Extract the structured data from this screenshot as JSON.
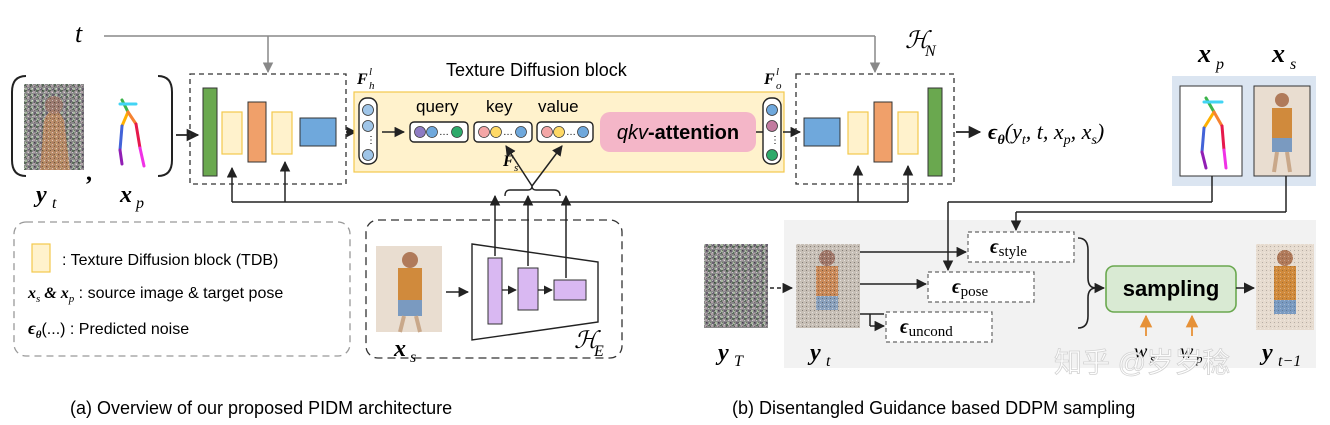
{
  "symbols": {
    "t": "t",
    "H_N": "ℋ",
    "H_N_sub": "N",
    "H_E": "ℋ",
    "H_E_sub": "E",
    "y_t": "y",
    "y_t_sub": "t",
    "x_p": "x",
    "x_p_sub": "p",
    "comma": ",",
    "x_s": "x",
    "x_s_sub": "s",
    "F_h": "F",
    "F_h_sup": "l",
    "F_h_sub": "h",
    "F_o": "F",
    "F_o_sup": "l",
    "F_o_sub": "o",
    "F_s": "F",
    "F_s_sub": "s",
    "y_T": "y",
    "y_T_sub": "T",
    "y_t1": "y",
    "y_t1_sub": "t−1",
    "w_s": "w",
    "w_s_sub": "s",
    "w_p": "w",
    "w_p_sub": "p"
  },
  "tdb": {
    "title": "Texture Diffusion block",
    "query": "query",
    "key": "key",
    "value": "value",
    "attention_prefix": "qkv",
    "attention_suffix": "-attention"
  },
  "output": {
    "eps": "ϵ",
    "theta": "θ",
    "args": "(y",
    "args_sub": "t",
    "args_rest": ", t, x",
    "args_sub2": "p",
    "args_rest2": ", x",
    "args_sub3": "s",
    "args_close": ")"
  },
  "legend": {
    "tdb": ": Texture Diffusion block (TDB)",
    "xs_xp_pre": "x",
    "xs_sub": "s",
    "xs_xp_mid": " & x",
    "xp_sub": "p",
    "xs_xp_text": " : source image & target pose",
    "eps": "ϵ",
    "eps_sub": "θ",
    "eps_text": "(...) : Predicted noise"
  },
  "guidance": {
    "eps": "ϵ",
    "style": "style",
    "pose": "pose",
    "uncond": "uncond",
    "sampling": "sampling"
  },
  "captions": {
    "a": "(a) Overview of our proposed PIDM architecture",
    "b": "(b) Disentangled Guidance based DDPM sampling"
  },
  "watermark": "知乎 @岁岁稔",
  "colors": {
    "green_layer": "#6aa84f",
    "orange_layer": "#f0a06a",
    "blue_layer": "#6fa8dc",
    "tdb_fill": "#fff2cc",
    "tdb_border": "#f2c94c",
    "attention": "#f4b6c8",
    "encoder_layer": "#d9b8f2",
    "sampling_fill": "#d9ead3",
    "sampling_border": "#6aa84f",
    "panel_blue": "#dbe5f1",
    "arrow_orange": "#e69138"
  }
}
